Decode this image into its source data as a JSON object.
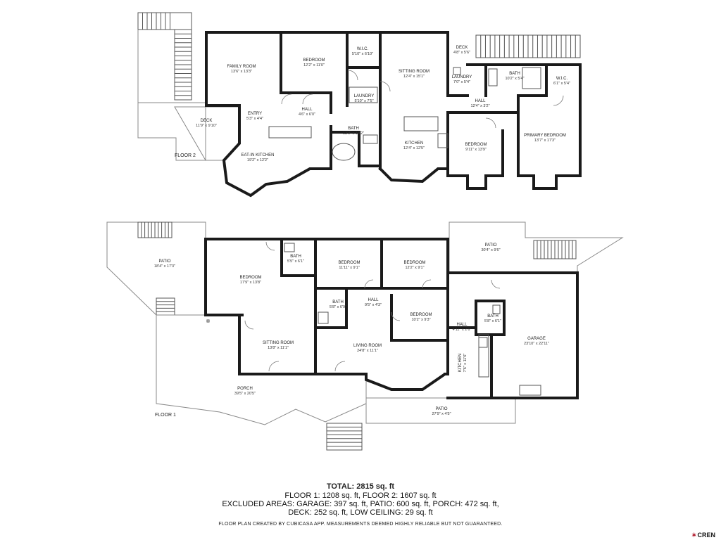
{
  "floors": [
    {
      "label": "FLOOR 2",
      "rooms": [
        {
          "name": "FAMILY ROOM",
          "dims": "13'6\" x 13'3\""
        },
        {
          "name": "BEDROOM",
          "dims": "12'2\" x 11'0\""
        },
        {
          "name": "W.I.C.",
          "dims": "5'10\" x 6'10\""
        },
        {
          "name": "SITTING ROOM",
          "dims": "12'4\" x 15'1\""
        },
        {
          "name": "DECK",
          "dims": "4'8\" x 5'6\""
        },
        {
          "name": "LAUNDRY",
          "dims": "7'0\" x 5'4\""
        },
        {
          "name": "BATH",
          "dims": "10'2\" x 5'4\""
        },
        {
          "name": "W.I.C.",
          "dims": "6'1\" x 5'4\""
        },
        {
          "name": "LAUNDRY",
          "dims": "5'10\" x 7'5\""
        },
        {
          "name": "HALL",
          "dims": "4'6\" x 6'0\""
        },
        {
          "name": "HALL",
          "dims": "12'4\" x 3'2\""
        },
        {
          "name": "ENTRY",
          "dims": "5'3\" x 4'4\""
        },
        {
          "name": "DECK",
          "dims": "11'9\" x 9'10\""
        },
        {
          "name": "BATH",
          "dims": "13'9\" x 10'2\""
        },
        {
          "name": "KITCHEN",
          "dims": "12'4\" x 12'5\""
        },
        {
          "name": "BEDROOM",
          "dims": "9'11\" x 13'9\""
        },
        {
          "name": "PRIMARY BEDROOM",
          "dims": "13'7\" x 17'3\""
        },
        {
          "name": "EAT-IN KITCHEN",
          "dims": "19'2\" x 12'2\""
        }
      ]
    },
    {
      "label": "FLOOR 1",
      "rooms": [
        {
          "name": "PATIO",
          "dims": "18'4\" x 17'3\""
        },
        {
          "name": "BATH",
          "dims": "5'5\" x 6'1\""
        },
        {
          "name": "BEDROOM",
          "dims": "11'11\" x 9'1\""
        },
        {
          "name": "BEDROOM",
          "dims": "12'2\" x 9'1\""
        },
        {
          "name": "PATIO",
          "dims": "30'4\" x 9'6\""
        },
        {
          "name": "BEDROOM",
          "dims": "17'9\" x 13'8\""
        },
        {
          "name": "BATH",
          "dims": "5'8\" x 6'9\""
        },
        {
          "name": "HALL",
          "dims": "9'5\" x 4'3\""
        },
        {
          "name": "BEDROOM",
          "dims": "10'2\" x 9'3\""
        },
        {
          "name": "BATH",
          "dims": "5'8\" x 6'1\""
        },
        {
          "name": "HALL",
          "dims": "4'11\" x 2'6\""
        },
        {
          "name": "GARAGE",
          "dims": "23'10\" x 22'11\""
        },
        {
          "name": "SITTING ROOM",
          "dims": "13'8\" x 11'1\""
        },
        {
          "name": "LIVING ROOM",
          "dims": "24'8\" x 11'1\""
        },
        {
          "name": "KITCHEN",
          "dims": "7'6\" x 11'6\""
        },
        {
          "name": "PORCH",
          "dims": "39'5\" x 20'5\""
        },
        {
          "name": "PATIO",
          "dims": "27'9\" x 4'5\""
        }
      ]
    }
  ],
  "summary": {
    "total": "TOTAL: 2815 sq. ft",
    "line1": "FLOOR 1: 1208 sq. ft, FLOOR 2: 1607 sq. ft",
    "line2": "EXCLUDED AREAS: GARAGE: 397 sq. ft, PATIO: 600 sq. ft, PORCH: 472 sq. ft,",
    "line3": "DECK: 252 sq. ft, LOW CEILING: 29 sq. ft"
  },
  "disclaimer": "FLOOR PLAN CREATED BY CUBICASA APP. MEASUREMENTS DEEMED HIGHLY RELIABLE BUT NOT GUARANTEED.",
  "logo": "CREN",
  "colors": {
    "wall": "#1a1a1a",
    "logo_accent": "#b01c2e"
  }
}
